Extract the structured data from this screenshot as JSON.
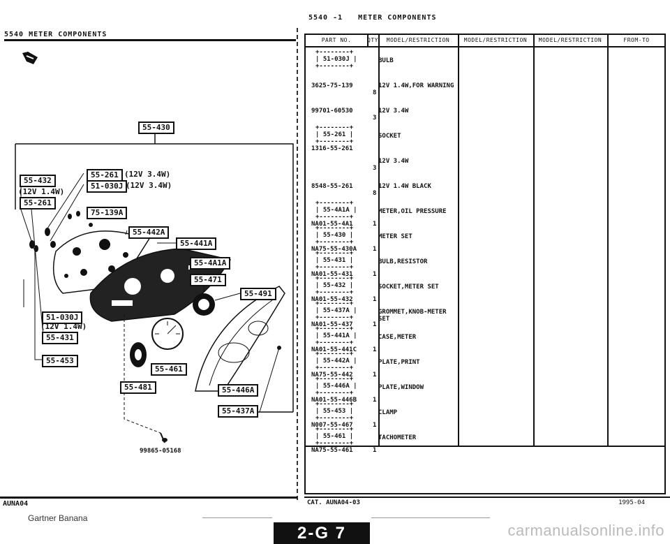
{
  "left": {
    "header": "5540    METER COMPONENTS",
    "footer": "AUNA04",
    "callouts": {
      "c55_430": "55-430",
      "c55_432": "55-432",
      "c55_261": "55-261",
      "c55_261b": "55-261",
      "c51_030j": "51-030J",
      "c75_139a": "75-139A",
      "c55_442a": "55-442A",
      "c55_441a": "55-441A",
      "c55_4a1a": "55-4A1A",
      "c55_471": "55-471",
      "c55_491": "55-491",
      "c51_030j_b": "51-030J",
      "c55_431": "55-431",
      "c55_453": "55-453",
      "c55_461": "55-461",
      "c55_481": "55-481",
      "c55_446a": "55-446A",
      "c55_437a": "55-437A"
    },
    "notes": {
      "n_12v3w_a": "(12V 3.4W)",
      "n_12v3w_b": "(12V 3.4W)",
      "n_12v1w_a": "(12V 1.4W)",
      "n_12v1w_b": "(12V 1.4W)",
      "screw_pn": "99865-05168"
    }
  },
  "right": {
    "header_code": "5540 -1",
    "header_title": "METER COMPONENTS",
    "columns": {
      "part_no": "PART NO.",
      "qty": "QTY",
      "m1": "MODEL/RESTRICTION",
      "m2": "MODEL/RESTRICTION",
      "m3": "MODEL/RESTRICTION",
      "from_to": "FROM-TO"
    },
    "rows": [
      {
        "box": "51-030J",
        "pn": "",
        "desc": "BULB",
        "qty": ""
      },
      {
        "box": "",
        "pn": "3625-75-139",
        "desc": "12V 1.4W,FOR WARNING",
        "qty": "8"
      },
      {
        "box": "",
        "pn": "99701-60530",
        "desc": "12V 3.4W",
        "qty": "3"
      },
      {
        "box": "55-261",
        "pn": "1316-55-261",
        "desc": "SOCKET",
        "qty": ""
      },
      {
        "box": "",
        "pn": "",
        "desc": "12V 3.4W",
        "qty": "3"
      },
      {
        "box": "",
        "pn": "8548-55-261",
        "desc": "12V 1.4W BLACK",
        "qty": "8"
      },
      {
        "box": "55-4A1A",
        "pn": "NA01-55-4A1",
        "desc": "METER,OIL PRESSURE",
        "qty": "1"
      },
      {
        "box": "55-430",
        "pn": "NA75-55-430A",
        "desc": "METER SET",
        "qty": "1"
      },
      {
        "box": "55-431",
        "pn": "NA01-55-431",
        "desc": "BULB,RESISTOR",
        "qty": "1"
      },
      {
        "box": "55-432",
        "pn": "NA01-55-432",
        "desc": "SOCKET,METER SET",
        "qty": "1"
      },
      {
        "box": "55-437A",
        "pn": "NA01-55-437",
        "desc": "GROMMET,KNOB-METER SET",
        "qty": "1"
      },
      {
        "box": "55-441A",
        "pn": "NA01-55-441C",
        "desc": "CASE,METER",
        "qty": "1"
      },
      {
        "box": "55-442A",
        "pn": "NA75-55-442",
        "desc": "PLATE,PRINT",
        "qty": "1"
      },
      {
        "box": "55-446A",
        "pn": "NA01-55-446B",
        "desc": "PLATE,WINDOW",
        "qty": "1"
      },
      {
        "box": "55-453",
        "pn": "N007-55-467",
        "desc": "CLAMP",
        "qty": "1"
      },
      {
        "box": "55-461",
        "pn": "NA75-55-461",
        "desc": "TACHOMETER",
        "qty": "1"
      }
    ],
    "footer_cat": "CAT. AUNA04-03",
    "footer_date": "1995-04"
  },
  "bottom": {
    "brand": "Gartner Banana",
    "tab": "2-G 7",
    "watermark": "carmanualsonline.info"
  }
}
